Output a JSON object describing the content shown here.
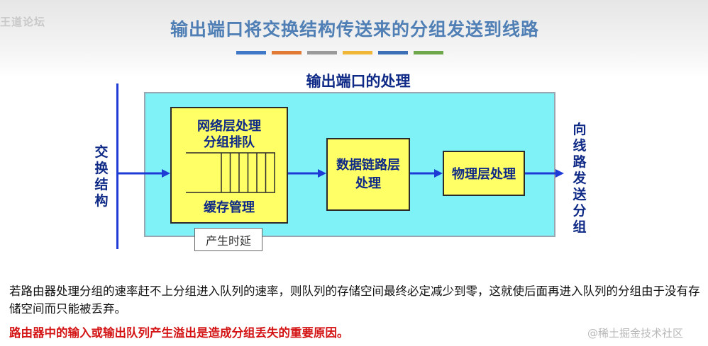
{
  "header": {
    "watermark": "王道论坛",
    "title": "输出端口将交换结构传送来的分组发送到线路",
    "deco_colors": [
      "#3e78c6",
      "#e07a35",
      "#9a9a9a",
      "#f0b638",
      "#3d6fb7",
      "#6ea84a"
    ]
  },
  "diagram": {
    "panel_title": "输出端口的处理",
    "left_label": "交换结构",
    "right_label": "向线路发送分组",
    "network_box": {
      "line1": "网络层处理",
      "line2": "分组排队",
      "line3": "缓存管理",
      "queue_slots": 7
    },
    "datalink_box": {
      "line1": "数据链路层",
      "line2": "处理"
    },
    "physical_box": "物理层处理",
    "delay_label": "产生时延",
    "colors": {
      "panel": "#7ff2f8",
      "box": "#ffff66",
      "arrow": "#1e3bd6",
      "text": "#0f2a86"
    }
  },
  "body": {
    "paragraph": "若路由器处理分组的速率赶不上分组进入队列的速率，则队列的存储空间最终必定减少到零，这就使后面再进入队列的分组由于没有存储空间而只能被丢弃。",
    "conclusion": "路由器中的输入或输出队列产生溢出是造成分组丢失的重要原因。"
  },
  "footer": {
    "watermark": "@稀土掘金技术社区"
  }
}
